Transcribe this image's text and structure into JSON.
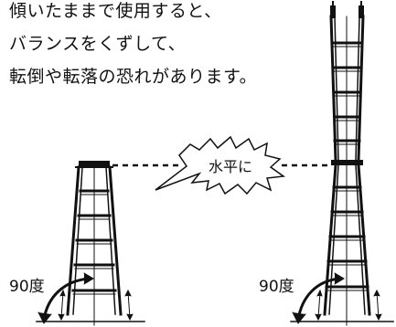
{
  "warning": {
    "lines": [
      "傾いたままで使用すると、",
      "バランスをくずして、",
      "転倒や転落の恐れがあります。"
    ]
  },
  "callout": {
    "text": "水平に"
  },
  "angle_labels": {
    "left": "90度",
    "right": "90度"
  },
  "colors": {
    "ink": "#111111",
    "background": "#ffffff"
  }
}
